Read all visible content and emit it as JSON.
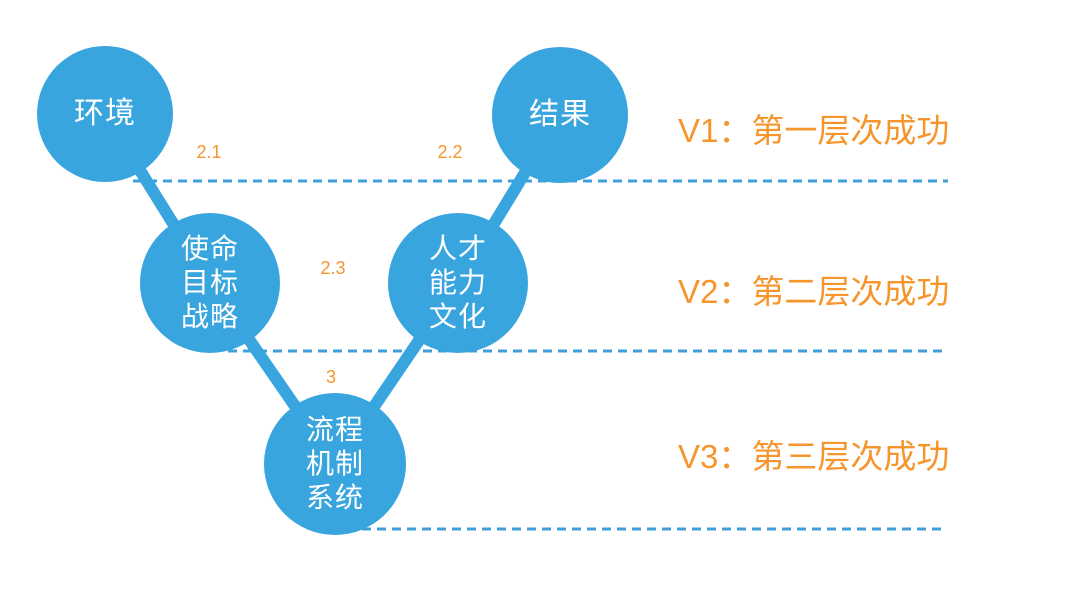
{
  "diagram": {
    "title_implicit": "",
    "circles": [
      {
        "name": "environment",
        "lines": [
          "环境"
        ]
      },
      {
        "name": "result",
        "lines": [
          "结果"
        ]
      },
      {
        "name": "mission-goal-strategy",
        "lines": [
          "使命",
          "目标",
          "战略"
        ]
      },
      {
        "name": "talent-capability-culture",
        "lines": [
          "人才",
          "能力",
          "文化"
        ]
      },
      {
        "name": "process-mechanism-system",
        "lines": [
          "流程",
          "机制",
          "系统"
        ]
      }
    ],
    "edge_labels": [
      "2.1",
      "2.2",
      "2.3",
      "3"
    ],
    "level_labels": [
      "V1：第一层次成功",
      "V2：第二层次成功",
      "V3：第三层次成功"
    ],
    "colors": {
      "circle_blue": "#39A5DE",
      "dashed_line_blue": "#3E9FDB",
      "label_orange": "#F7952D",
      "circle_text": "#FFFFFF"
    }
  }
}
